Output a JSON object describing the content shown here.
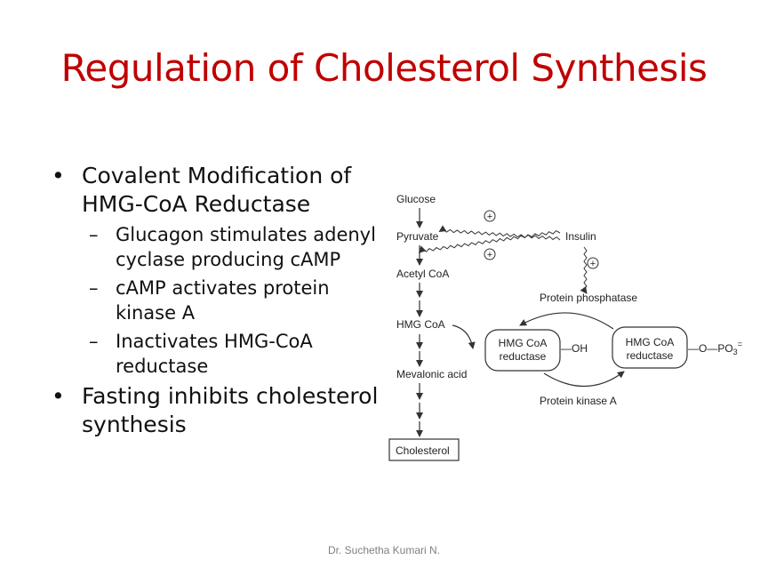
{
  "slide": {
    "title": "Regulation of Cholesterol Synthesis",
    "footer": "Dr. Suchetha Kumari N."
  },
  "bullets": [
    {
      "text": "Covalent Modification of HMG-CoA Reductase",
      "sub": [
        "Glucagon stimulates adenyl cyclase producing cAMP",
        "cAMP activates protein kinase A",
        "Inactivates HMG-CoA reductase"
      ]
    },
    {
      "text": "Fasting inhibits cholesterol synthesis",
      "sub": []
    }
  ],
  "diagram": {
    "pathway": [
      "Glucose",
      "Pyruvate",
      "Acetyl CoA",
      "HMG CoA",
      "Mevalonic acid",
      "Cholesterol"
    ],
    "insulin": "Insulin",
    "plus": "+",
    "protein_phosphatase": "Protein phosphatase",
    "protein_kinase": "Protein kinase A",
    "enzyme_line1": "HMG CoA",
    "enzyme_line2": "reductase",
    "oh": "—OH",
    "po3": "—O—PO",
    "po3_sub": "3",
    "po3_sup": "="
  }
}
